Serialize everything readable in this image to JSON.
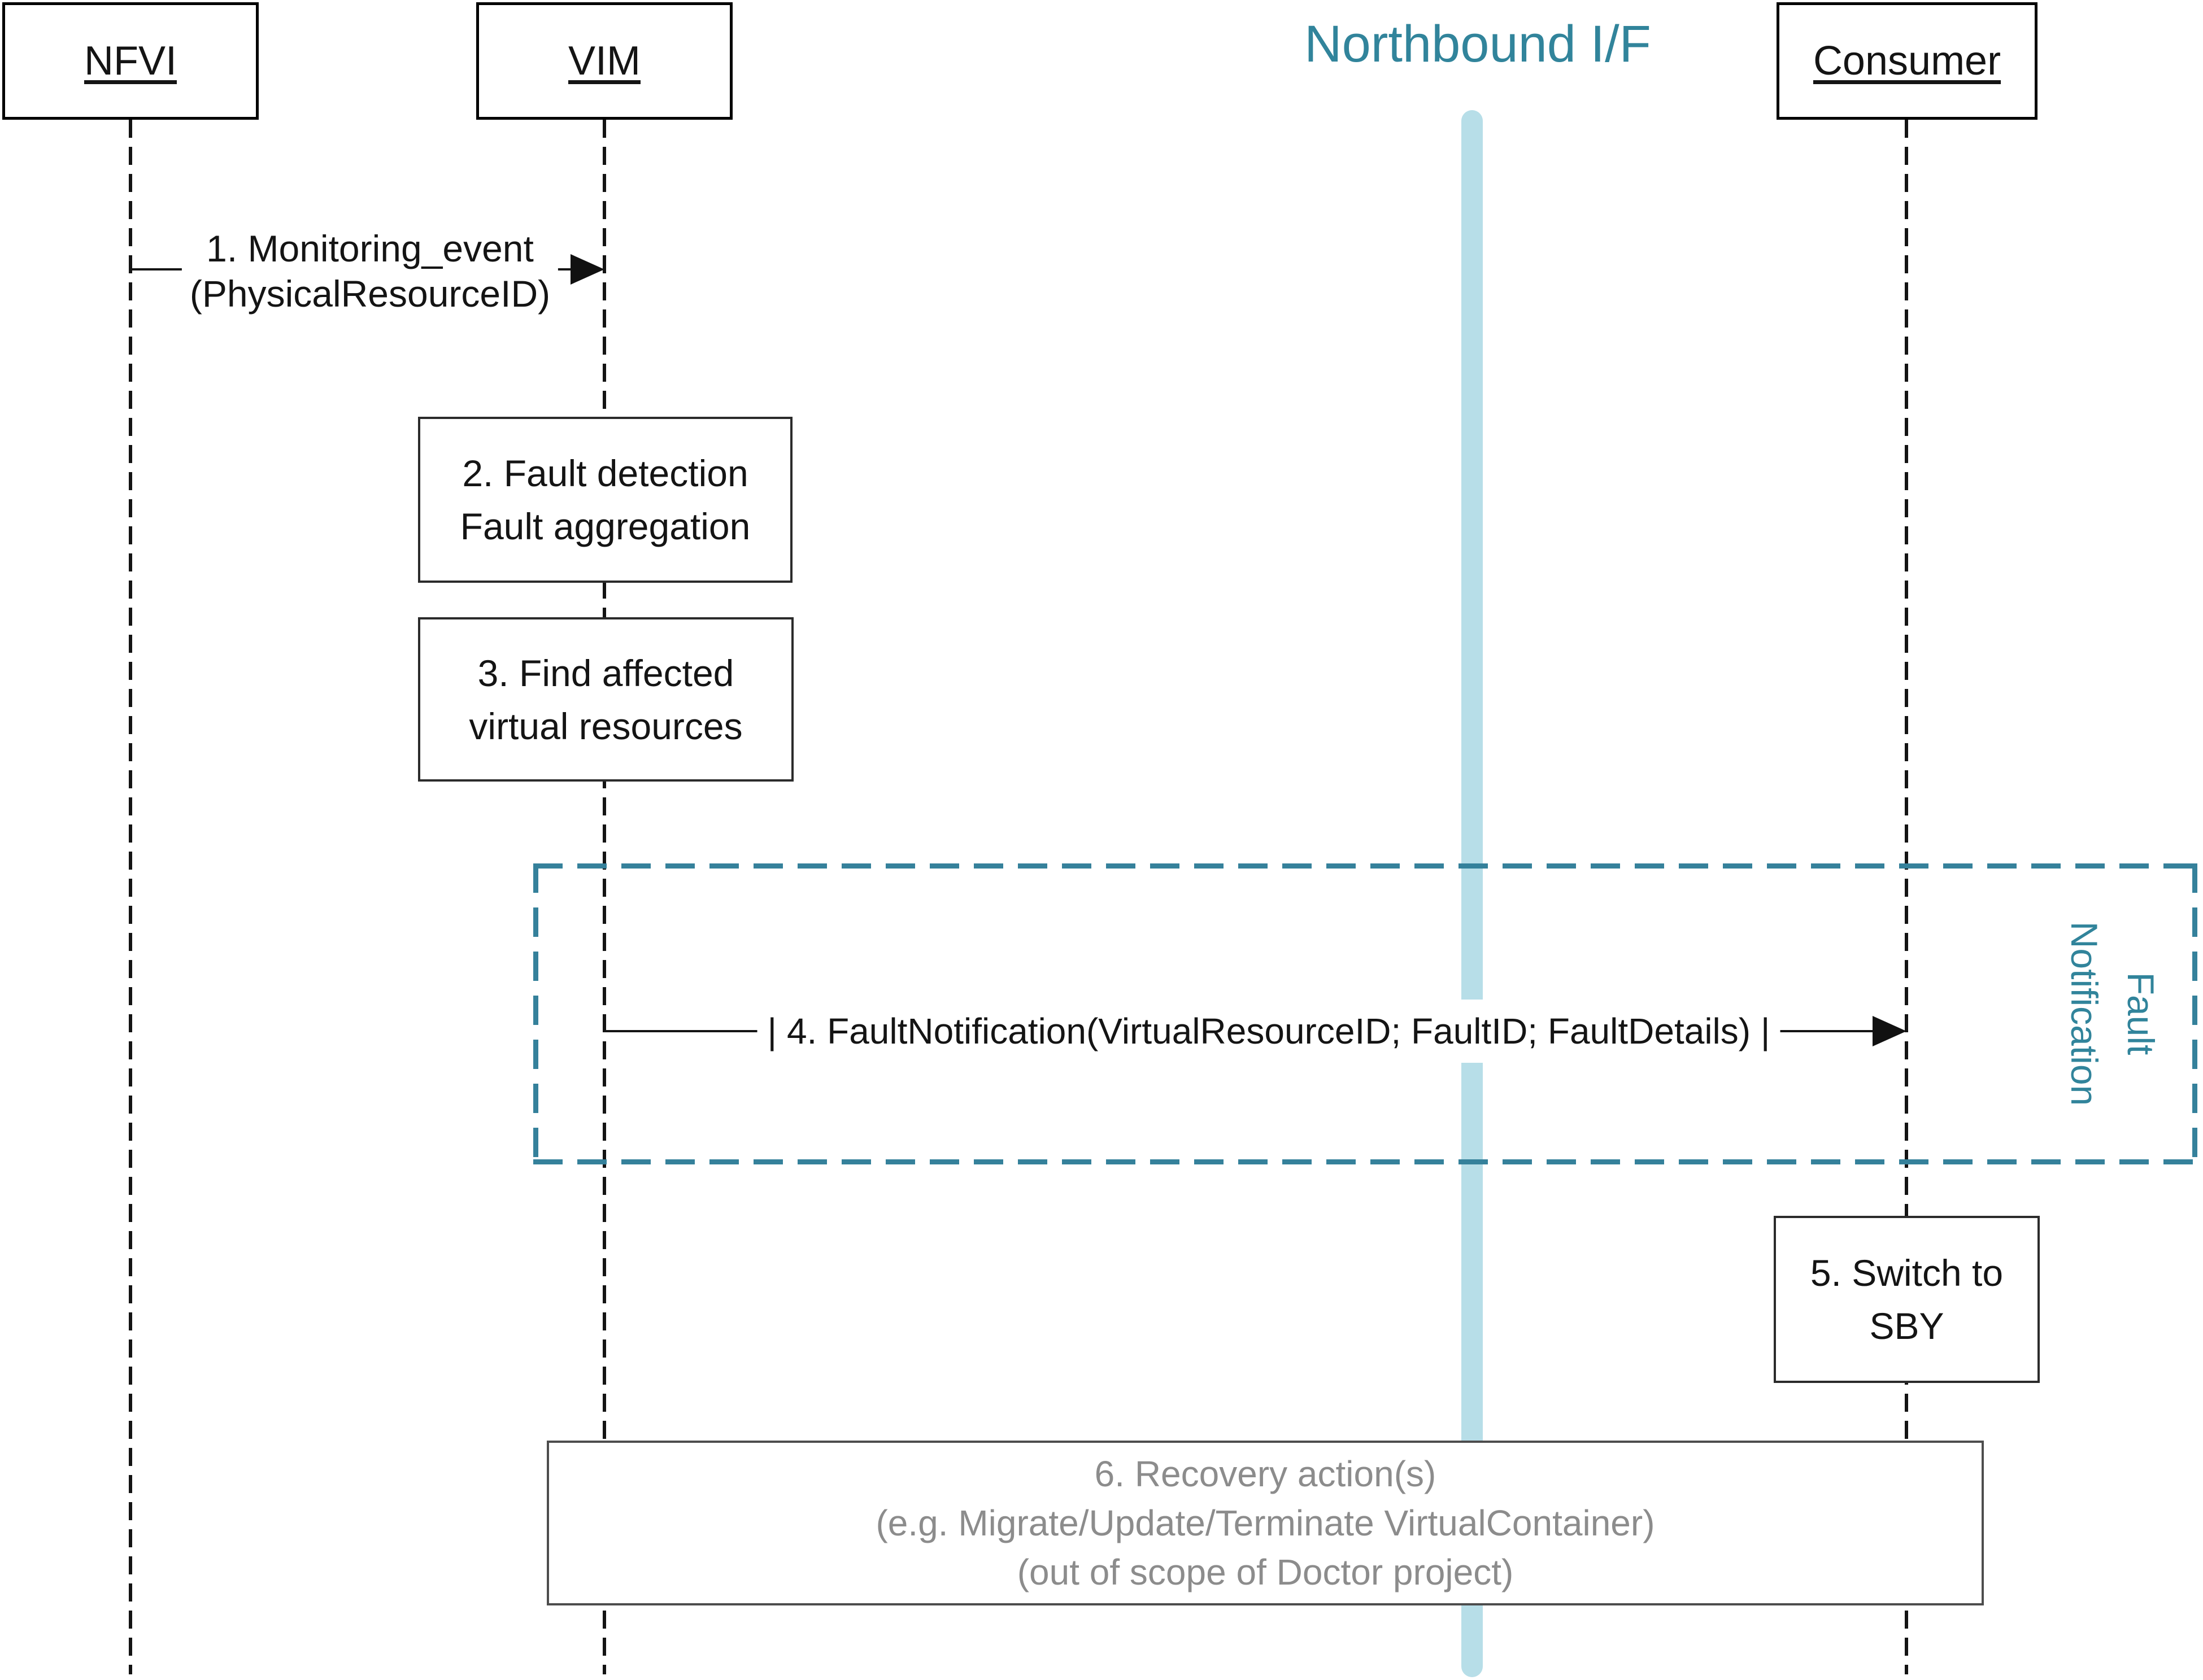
{
  "diagram": {
    "title": "Northbound I/F",
    "actors": [
      {
        "id": "nfvi",
        "label": "NFVI"
      },
      {
        "id": "vim",
        "label": "VIM"
      },
      {
        "id": "consumer",
        "label": "Consumer"
      }
    ],
    "messages": {
      "m1": {
        "line1": "1. Monitoring_event",
        "line2": "(PhysicalResourceID)"
      },
      "m4": {
        "label": "| 4. FaultNotification(VirtualResourceID; FaultID; FaultDetails) |"
      }
    },
    "steps": {
      "step2": {
        "line1": "2. Fault detection",
        "line2": "Fault aggregation"
      },
      "step3": {
        "line1": "3. Find affected",
        "line2": "virtual resources"
      },
      "step5": {
        "line1": "5. Switch to",
        "line2": "SBY"
      },
      "step6": {
        "line1": "6. Recovery action(s)",
        "line2": "(e.g. Migrate/Update/Terminate VirtualContainer)",
        "line3": "(out of scope of Doctor project)"
      }
    },
    "frame": {
      "label_line1": "Fault",
      "label_line2": "Notification"
    },
    "colors": {
      "teal": "#31849B",
      "light_blue": "#B7DEE8",
      "gray_text": "#8C8C8C",
      "line_black": "#141414"
    }
  }
}
